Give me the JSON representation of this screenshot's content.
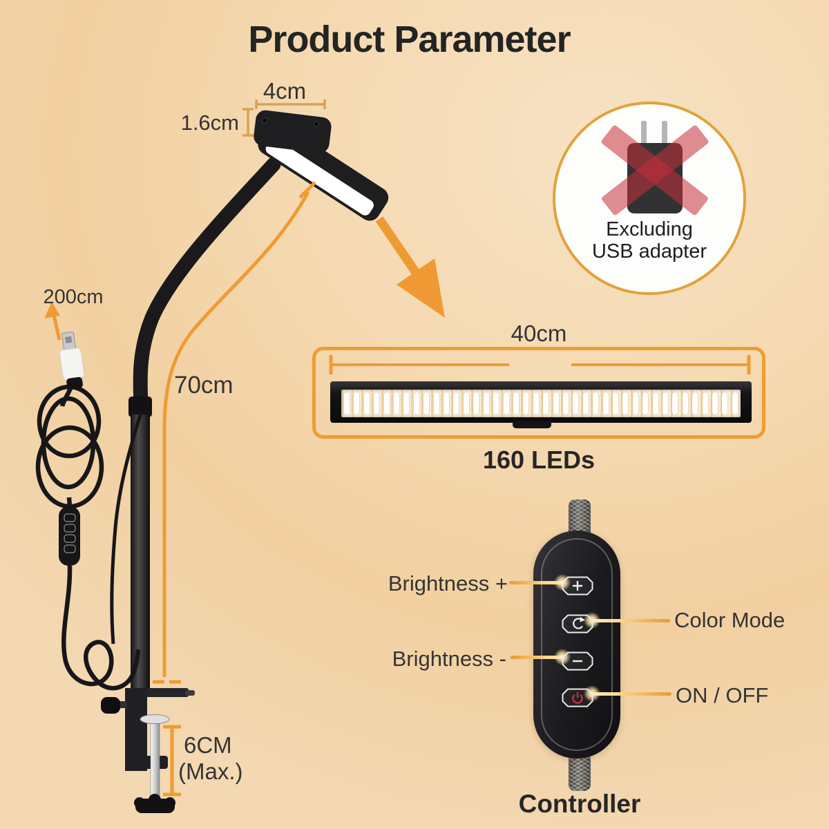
{
  "title": "Product Parameter",
  "colors": {
    "accent_orange": "#EF9B33",
    "bracket_tan": "#D9A258",
    "text_dark": "#343434",
    "background": "#F4D7AE",
    "red_x": "#C72F3A",
    "power_red": "#C62F3F"
  },
  "dimensions": {
    "head_width": "4cm",
    "head_thickness": "1.6cm",
    "arm_height": "70cm",
    "cable_length": "200cm",
    "bar_width": "40cm",
    "clamp_opening": "6CM",
    "clamp_opening_note": "(Max.)"
  },
  "led_bar": {
    "caption": "160 LEDs",
    "segments": 40
  },
  "usb_note": {
    "line1": "Excluding",
    "line2": "USB adapter"
  },
  "controller": {
    "caption": "Controller",
    "buttons": [
      {
        "icon": "plus-icon",
        "label": "Brightness +"
      },
      {
        "icon": "color-cycle-icon",
        "label": "Color Mode"
      },
      {
        "icon": "minus-icon",
        "label": "Brightness -"
      },
      {
        "icon": "power-icon",
        "label": "ON / OFF"
      }
    ]
  }
}
